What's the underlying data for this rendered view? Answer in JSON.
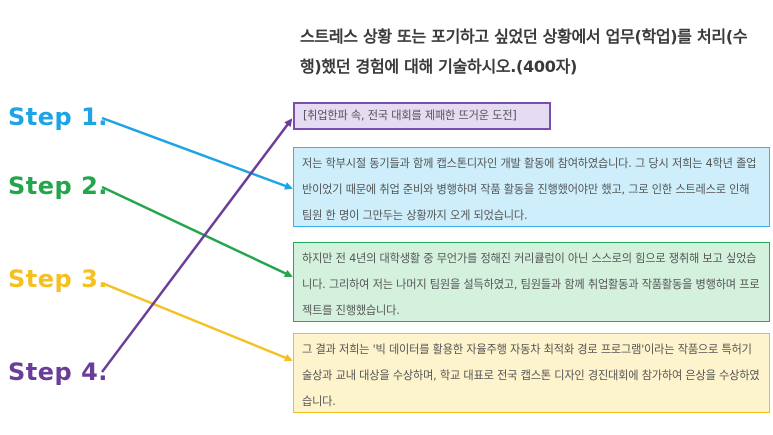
{
  "question": "스트레스 상황 또는 포기하고 싶었던 상황에서 업무(학업)를 처리(수행)했던 경험에 대해 기술하시오.(400자)",
  "steps": [
    {
      "label": "Step  1.",
      "color": "#1ea3e4"
    },
    {
      "label": "Step  2.",
      "color": "#23a64b"
    },
    {
      "label": "Step  3.",
      "color": "#f5c022"
    },
    {
      "label": "Step  4.",
      "color": "#6a3e98"
    }
  ],
  "boxes": {
    "title": "[취업한파 속, 전국 대회를 제패한 뜨거운 도전]",
    "step1": "저는 학부시절 동기들과 함께 캡스톤디자인 개발 활동에 참여하였습니다. 그 당시 저희는 4학년 졸업반이었기 때문에 취업 준비와 병행하며 작품 활동을 진행했어야만 했고, 그로 인한 스트레스로 인해 팀원 한 명이 그만두는 상황까지 오게 되었습니다.",
    "step2": "하지만 전 4년의 대학생활 중 무언가를 정해진 커리큘럼이 아닌 스스로의 힘으로 쟁취해 보고 싶었습니다. 그리하여 저는 나머지 팀원을 설득하였고, 팀원들과 함께 취업활동과 작품활동을 병행하며 프로젝트를 진행했습니다.",
    "step3": "그 결과 저희는 '빅 데이터를 활용한 자율주행 자동차 최적화 경로 프로그램'이라는 작품으로 특허기술상과 교내 대상을 수상하며, 학교 대표로 전국 캡스톤 디자인 경진대회에 참가하여 은상을 수상하였습니다."
  }
}
